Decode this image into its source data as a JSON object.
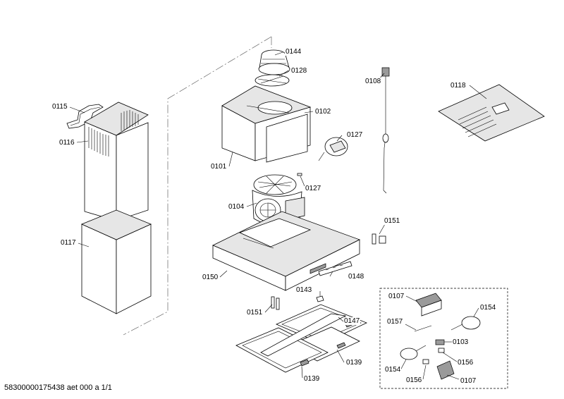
{
  "diagram": {
    "part_labels": [
      {
        "id": "l0144",
        "text": "0144"
      },
      {
        "id": "l0128",
        "text": "0128"
      },
      {
        "id": "l0108",
        "text": "0108"
      },
      {
        "id": "l0118",
        "text": "0118"
      },
      {
        "id": "l0115",
        "text": "0115"
      },
      {
        "id": "l0116",
        "text": "0116"
      },
      {
        "id": "l0102",
        "text": "0102"
      },
      {
        "id": "l0127a",
        "text": "0127"
      },
      {
        "id": "l0101",
        "text": "0101"
      },
      {
        "id": "l0127b",
        "text": "0127"
      },
      {
        "id": "l0104",
        "text": "0104"
      },
      {
        "id": "l0151a",
        "text": "0151"
      },
      {
        "id": "l0117",
        "text": "0117"
      },
      {
        "id": "l0150",
        "text": "0150"
      },
      {
        "id": "l0148",
        "text": "0148"
      },
      {
        "id": "l0143",
        "text": "0143"
      },
      {
        "id": "l0107a",
        "text": "0107"
      },
      {
        "id": "l0154a",
        "text": "0154"
      },
      {
        "id": "l0151b",
        "text": "0151"
      },
      {
        "id": "l0147",
        "text": "0147"
      },
      {
        "id": "l0157",
        "text": "0157"
      },
      {
        "id": "l0103",
        "text": "0103"
      },
      {
        "id": "l0139a",
        "text": "0139"
      },
      {
        "id": "l0154b",
        "text": "0154"
      },
      {
        "id": "l0156a",
        "text": "0156"
      },
      {
        "id": "l0156b",
        "text": "0156"
      },
      {
        "id": "l0107b",
        "text": "0107"
      },
      {
        "id": "l0139b",
        "text": "0139"
      }
    ],
    "footer": "58300000175438 aet 000 a 1/1"
  }
}
